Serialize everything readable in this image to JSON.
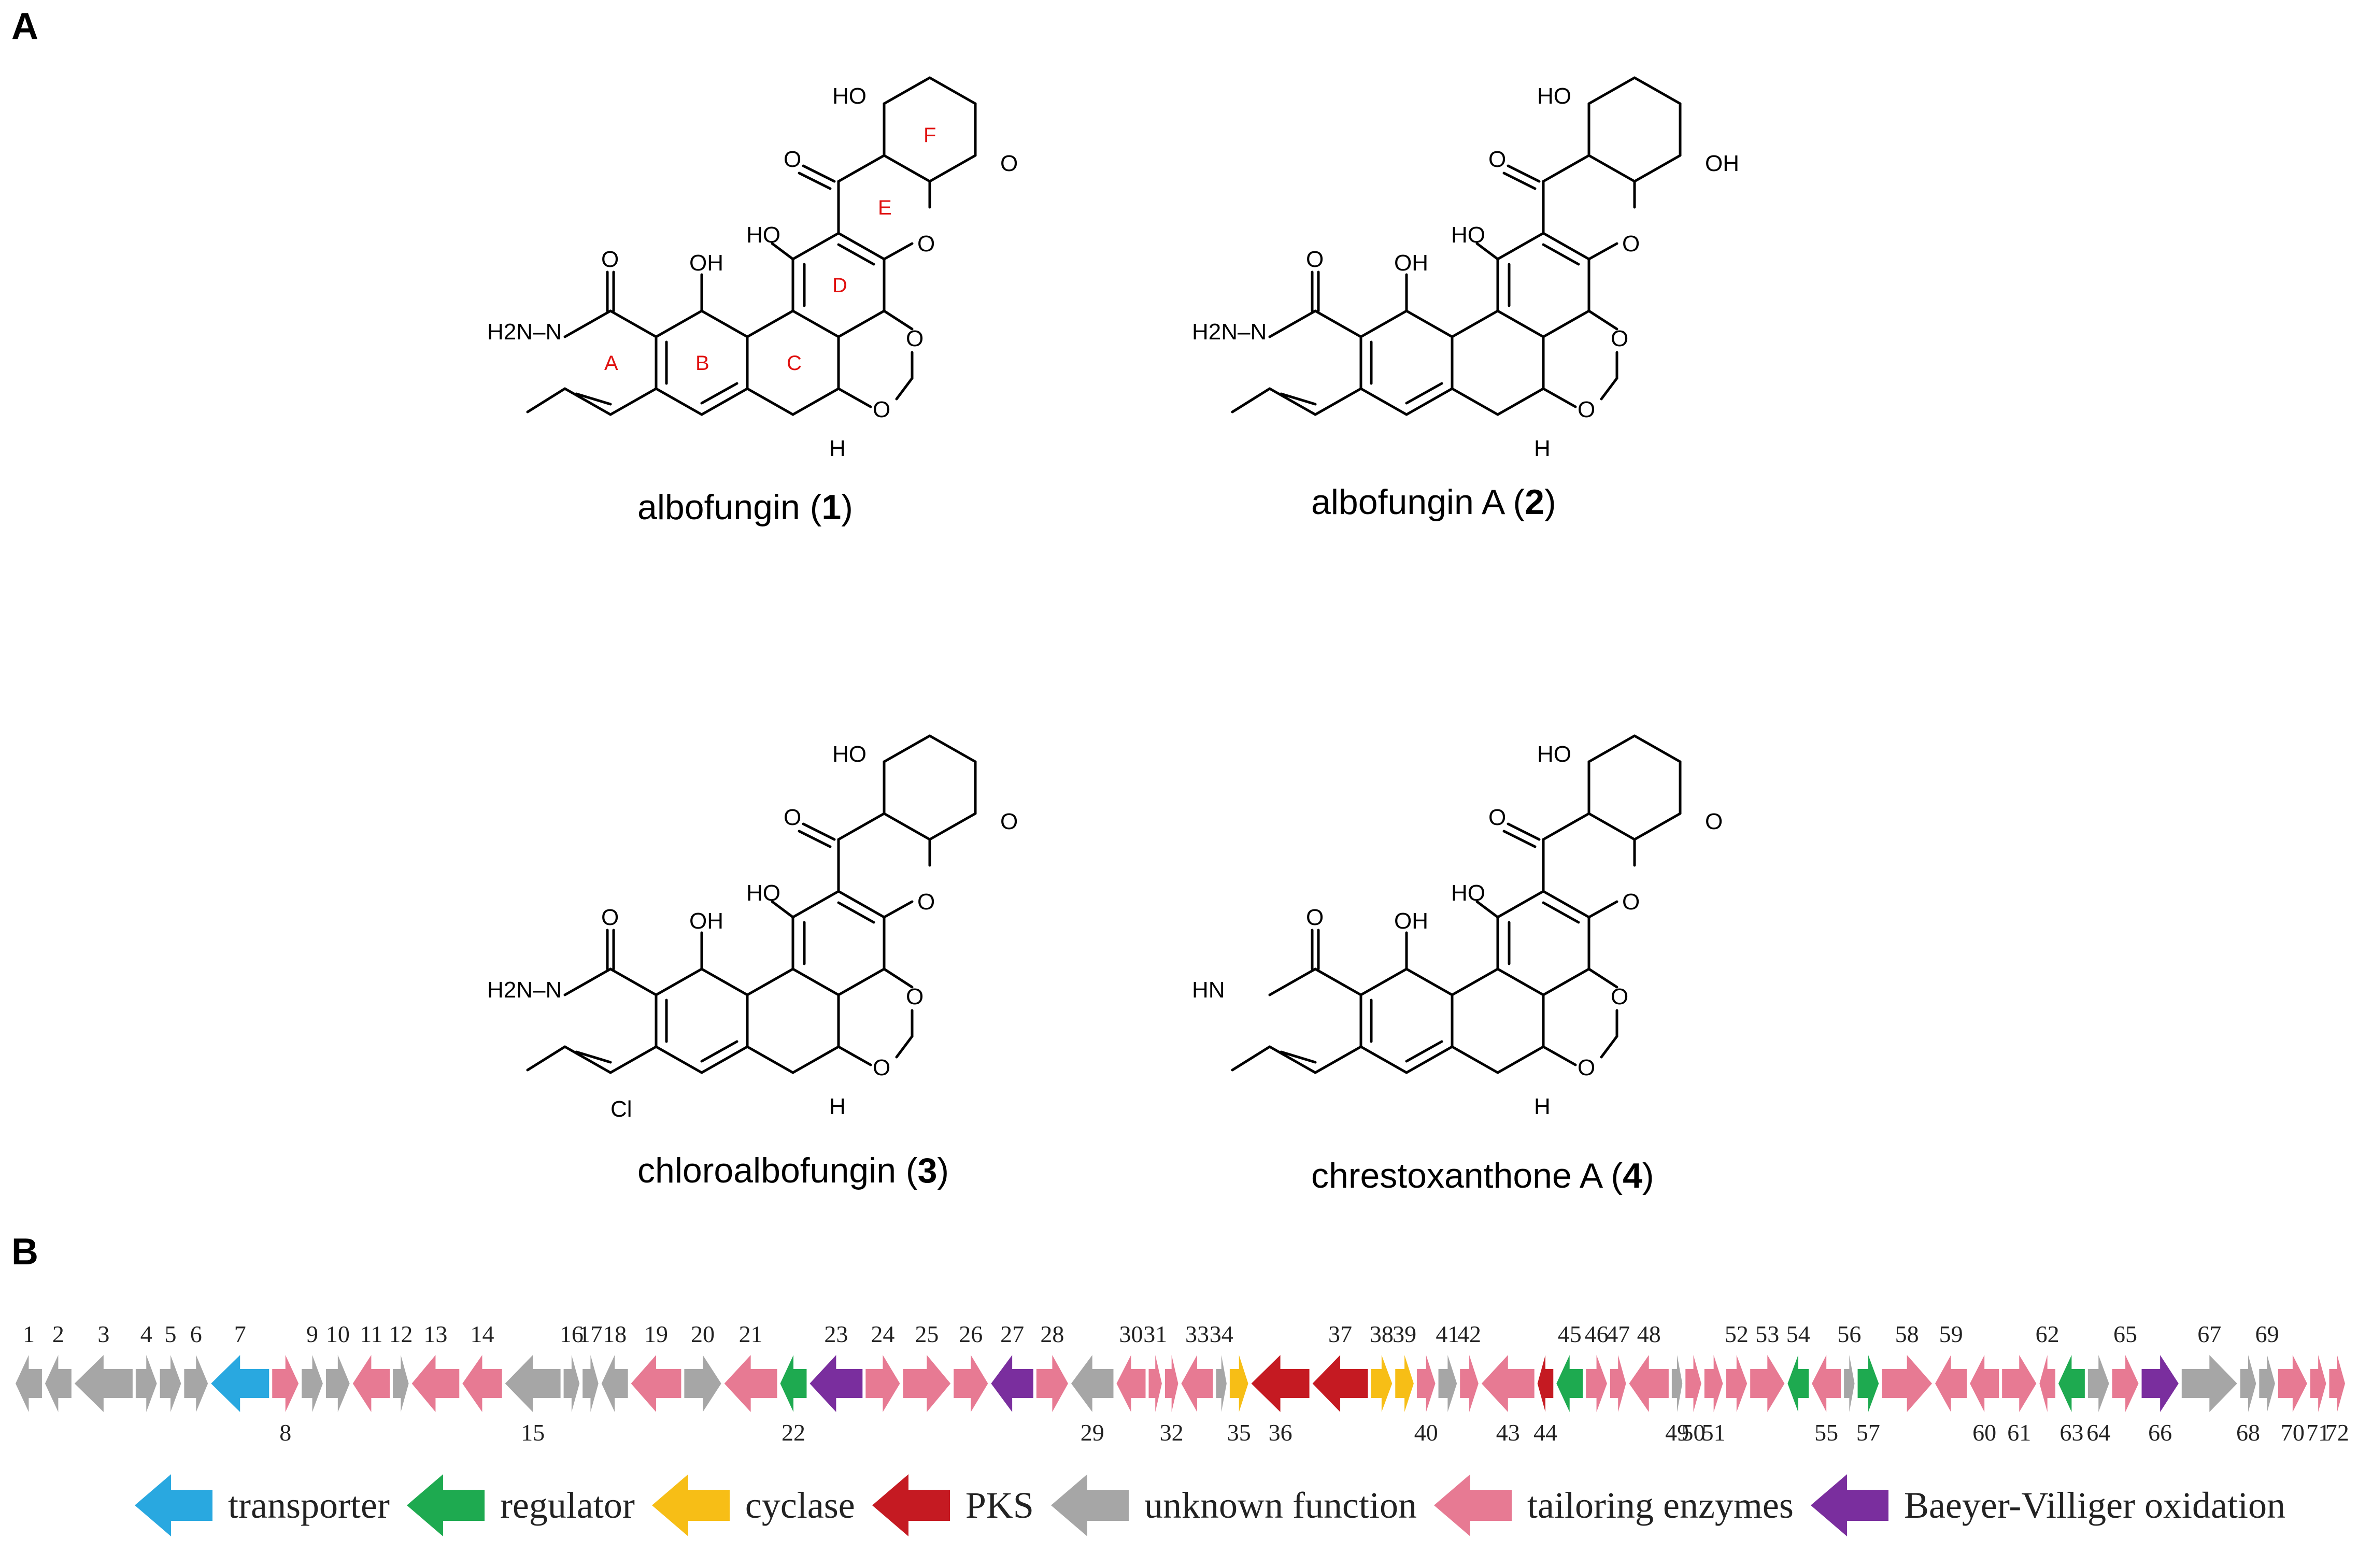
{
  "panels": {
    "a": "A",
    "b": "B"
  },
  "molecules": [
    {
      "caption": {
        "name": "albofungin (",
        "number": "1",
        "close": ")"
      },
      "nitrogen_group": "H2N–N",
      "ring_labels": [
        "A",
        "B",
        "C",
        "D",
        "E",
        "F"
      ],
      "atoms": {
        "ho_f": "HO",
        "ho_d": "HO",
        "oh_b": "OH",
        "o_ketone": "O",
        "o_lactam": "O",
        "o_xanthone": "O",
        "o_diox1": "O",
        "o_diox2": "O",
        "o_methoxy": "O",
        "h": "H"
      }
    },
    {
      "caption": {
        "name": "albofungin A (",
        "number": "2",
        "close": ")"
      },
      "nitrogen_group": "H2N–N",
      "ring_labels": [],
      "atoms": {
        "ho_f": "HO",
        "ho_d": "HO",
        "oh_b": "OH",
        "oh_f2": "OH",
        "o_ketone": "O",
        "o_lactam": "O",
        "o_xanthone": "O",
        "o_diox1": "O",
        "o_diox2": "O",
        "h": "H"
      }
    },
    {
      "caption": {
        "name": "chloroalbofungin (",
        "number": "3",
        "close": ")"
      },
      "nitrogen_group": "H2N–N",
      "ring_labels": [],
      "atoms": {
        "ho_f": "HO",
        "ho_d": "HO",
        "oh_b": "OH",
        "o_ketone": "O",
        "o_lactam": "O",
        "o_xanthone": "O",
        "o_diox1": "O",
        "o_diox2": "O",
        "o_methoxy": "O",
        "h": "H",
        "cl": "Cl"
      }
    },
    {
      "caption": {
        "name": "chrestoxanthone A (",
        "number": "4",
        "close": ")"
      },
      "nitrogen_group": "HN",
      "ring_labels": [],
      "atoms": {
        "ho_f": "HO",
        "ho_d": "HO",
        "oh_b": "OH",
        "o_ketone": "O",
        "o_lactam": "O",
        "o_xanthone": "O",
        "o_diox1": "O",
        "o_diox2": "O",
        "o_methoxy": "O",
        "h": "H"
      }
    }
  ],
  "legend": [
    {
      "label": "transporter",
      "color": "#29a8e0"
    },
    {
      "label": "regulator",
      "color": "#1eaa50"
    },
    {
      "label": "cyclase",
      "color": "#f7be16"
    },
    {
      "label": "PKS",
      "color": "#c51a22"
    },
    {
      "label": "unknown function",
      "color": "#a6a6a6"
    },
    {
      "label": "tailoring enzymes",
      "color": "#e77a93"
    },
    {
      "label": "Baeyer-Villiger oxidation",
      "color": "#7a2e9e"
    }
  ],
  "gene_cluster": {
    "genes": [
      {
        "n": "1",
        "c": "unknown",
        "d": "L",
        "w": 1
      },
      {
        "n": "2",
        "c": "unknown",
        "d": "L",
        "w": 1
      },
      {
        "n": "3",
        "c": "unknown",
        "d": "L",
        "w": 2.2
      },
      {
        "n": "4",
        "c": "unknown",
        "d": "R",
        "w": 0.8
      },
      {
        "n": "5",
        "c": "unknown",
        "d": "R",
        "w": 0.8
      },
      {
        "n": "6",
        "c": "unknown",
        "d": "R",
        "w": 0.9
      },
      {
        "n": "7",
        "c": "transporter",
        "d": "L",
        "w": 2.2
      },
      {
        "n": "8",
        "c": "tailoring",
        "d": "R",
        "w": 1
      },
      {
        "n": "9",
        "c": "unknown",
        "d": "R",
        "w": 0.8
      },
      {
        "n": "10",
        "c": "unknown",
        "d": "R",
        "w": 0.9
      },
      {
        "n": "11",
        "c": "tailoring",
        "d": "L",
        "w": 1.4
      },
      {
        "n": "12",
        "c": "unknown",
        "d": "R",
        "w": 0.6
      },
      {
        "n": "13",
        "c": "tailoring",
        "d": "L",
        "w": 1.8
      },
      {
        "n": "14",
        "c": "tailoring",
        "d": "L",
        "w": 1.5
      },
      {
        "n": "15",
        "c": "unknown",
        "d": "L",
        "w": 2.1
      },
      {
        "n": "16",
        "c": "unknown",
        "d": "R",
        "w": 0.6
      },
      {
        "n": "17",
        "c": "unknown",
        "d": "R",
        "w": 0.6
      },
      {
        "n": "18",
        "c": "unknown",
        "d": "L",
        "w": 1
      },
      {
        "n": "19",
        "c": "tailoring",
        "d": "L",
        "w": 1.9
      },
      {
        "n": "20",
        "c": "unknown",
        "d": "R",
        "w": 1.4
      },
      {
        "n": "21",
        "c": "tailoring",
        "d": "L",
        "w": 2
      },
      {
        "n": "22",
        "c": "regulator",
        "d": "L",
        "w": 1
      },
      {
        "n": "23",
        "c": "bv",
        "d": "L",
        "w": 2
      },
      {
        "n": "24",
        "c": "tailoring",
        "d": "R",
        "w": 1.3
      },
      {
        "n": "25",
        "c": "tailoring",
        "d": "R",
        "w": 1.8
      },
      {
        "n": "26",
        "c": "tailoring",
        "d": "R",
        "w": 1.3
      },
      {
        "n": "27",
        "c": "bv",
        "d": "L",
        "w": 1.6
      },
      {
        "n": "28",
        "c": "tailoring",
        "d": "R",
        "w": 1.2
      },
      {
        "n": "29",
        "c": "unknown",
        "d": "L",
        "w": 1.6
      },
      {
        "n": "30",
        "c": "tailoring",
        "d": "L",
        "w": 1.1
      },
      {
        "n": "31",
        "c": "tailoring",
        "d": "R",
        "w": 0.5
      },
      {
        "n": "32",
        "c": "tailoring",
        "d": "R",
        "w": 0.5
      },
      {
        "n": "33",
        "c": "tailoring",
        "d": "L",
        "w": 1.2
      },
      {
        "n": "34",
        "c": "unknown",
        "d": "R",
        "w": 0.4
      },
      {
        "n": "35",
        "c": "cyclase",
        "d": "R",
        "w": 0.7
      },
      {
        "n": "36",
        "c": "pks",
        "d": "L",
        "w": 2.2
      },
      {
        "n": "37",
        "c": "pks",
        "d": "L",
        "w": 2.1
      },
      {
        "n": "38",
        "c": "cyclase",
        "d": "R",
        "w": 0.8
      },
      {
        "n": "39",
        "c": "cyclase",
        "d": "R",
        "w": 0.7
      },
      {
        "n": "40",
        "c": "tailoring",
        "d": "R",
        "w": 0.7
      },
      {
        "n": "41",
        "c": "unknown",
        "d": "R",
        "w": 0.7
      },
      {
        "n": "42",
        "c": "tailoring",
        "d": "R",
        "w": 0.7
      },
      {
        "n": "43",
        "c": "tailoring",
        "d": "L",
        "w": 2
      },
      {
        "n": "44",
        "c": "pks",
        "d": "L",
        "w": 0.6
      },
      {
        "n": "45",
        "c": "regulator",
        "d": "L",
        "w": 1
      },
      {
        "n": "46",
        "c": "tailoring",
        "d": "R",
        "w": 0.8
      },
      {
        "n": "47",
        "c": "tailoring",
        "d": "R",
        "w": 0.6
      },
      {
        "n": "48",
        "c": "tailoring",
        "d": "L",
        "w": 1.5
      },
      {
        "n": "49",
        "c": "unknown",
        "d": "R",
        "w": 0.4
      },
      {
        "n": "50",
        "c": "tailoring",
        "d": "R",
        "w": 0.6
      },
      {
        "n": "51",
        "c": "tailoring",
        "d": "R",
        "w": 0.7
      },
      {
        "n": "52",
        "c": "tailoring",
        "d": "R",
        "w": 0.8
      },
      {
        "n": "53",
        "c": "tailoring",
        "d": "R",
        "w": 1.3
      },
      {
        "n": "54",
        "c": "regulator",
        "d": "L",
        "w": 0.8
      },
      {
        "n": "55",
        "c": "tailoring",
        "d": "L",
        "w": 1.1
      },
      {
        "n": "56",
        "c": "unknown",
        "d": "R",
        "w": 0.4
      },
      {
        "n": "57",
        "c": "regulator",
        "d": "R",
        "w": 0.8
      },
      {
        "n": "58",
        "c": "tailoring",
        "d": "R",
        "w": 1.9
      },
      {
        "n": "59",
        "c": "tailoring",
        "d": "L",
        "w": 1.2
      },
      {
        "n": "60",
        "c": "tailoring",
        "d": "L",
        "w": 1.1
      },
      {
        "n": "61",
        "c": "tailoring",
        "d": "R",
        "w": 1.3
      },
      {
        "n": "62",
        "c": "tailoring",
        "d": "L",
        "w": 0.6
      },
      {
        "n": "63",
        "c": "regulator",
        "d": "L",
        "w": 1
      },
      {
        "n": "64",
        "c": "unknown",
        "d": "R",
        "w": 0.8
      },
      {
        "n": "65",
        "c": "tailoring",
        "d": "R",
        "w": 1
      },
      {
        "n": "66",
        "c": "bv",
        "d": "R",
        "w": 1.4
      },
      {
        "n": "67",
        "c": "unknown",
        "d": "R",
        "w": 2.1
      },
      {
        "n": "68",
        "c": "unknown",
        "d": "R",
        "w": 0.6
      },
      {
        "n": "69",
        "c": "unknown",
        "d": "R",
        "w": 0.6
      },
      {
        "n": "70",
        "c": "tailoring",
        "d": "R",
        "w": 1.1
      },
      {
        "n": "71",
        "c": "tailoring",
        "d": "R",
        "w": 0.6
      },
      {
        "n": "72",
        "c": "tailoring",
        "d": "R",
        "w": 0.6
      }
    ]
  }
}
